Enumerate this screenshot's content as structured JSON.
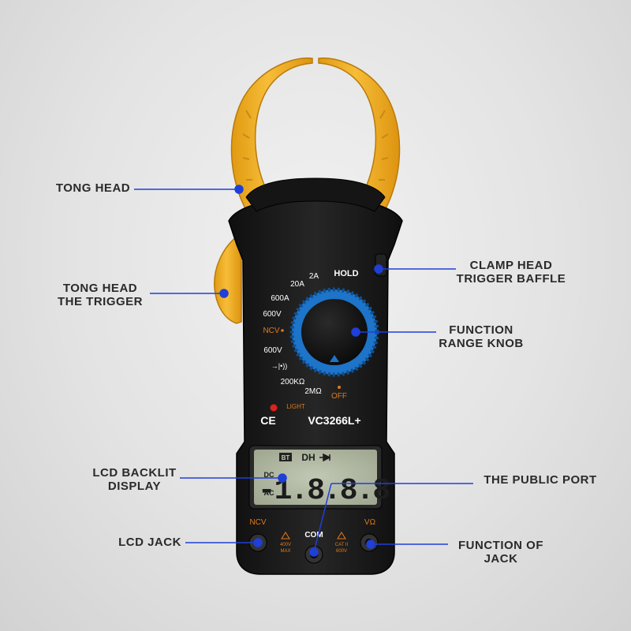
{
  "callouts": {
    "tong_head": "TONG HEAD",
    "tong_head_trigger": [
      "TONG HEAD",
      "THE TRIGGER"
    ],
    "lcd_backlit": [
      "LCD BACKLIT",
      "DISPLAY"
    ],
    "lcd_jack": "LCD JACK",
    "clamp_head_baffle": [
      "CLAMP HEAD",
      "TRIGGER BAFFLE"
    ],
    "function_knob": [
      "FUNCTION",
      "RANGE KNOB"
    ],
    "public_port": "THE PUBLIC PORT",
    "function_jack": [
      "FUNCTION OF",
      "JACK"
    ]
  },
  "meter": {
    "model": "VC3266L+",
    "ce_mark": "CE",
    "hold_label": "HOLD",
    "light_label": "LIGHT",
    "dial_labels": {
      "a2": "2A",
      "a20": "20A",
      "a600": "600A",
      "v600dc": "600V",
      "ncv": "NCV",
      "v600ac": "600V",
      "diode": "→|•))",
      "ohm200k": "200KΩ",
      "ohm2m": "2MΩ",
      "off": "OFF"
    },
    "lcd": {
      "bt": "BT",
      "dh": "DH",
      "dc": "DC",
      "ac": "AC",
      "digits": "-1.8.8.8"
    },
    "jacks": {
      "ncv": "NCV",
      "com": "COM",
      "vohm": "VΩ",
      "left_rating": "400V",
      "left_rating2": "MAX",
      "right_rating": "CAT II",
      "right_rating2": "600V"
    }
  },
  "colors": {
    "clamp_yellow": "#f5b529",
    "body_black": "#1c1c1c",
    "knob_blue": "#1d74c9",
    "callout_blue": "#1f3fd8",
    "label_text": "#2a2a2a",
    "lcd_green": "#aeb7a0"
  }
}
